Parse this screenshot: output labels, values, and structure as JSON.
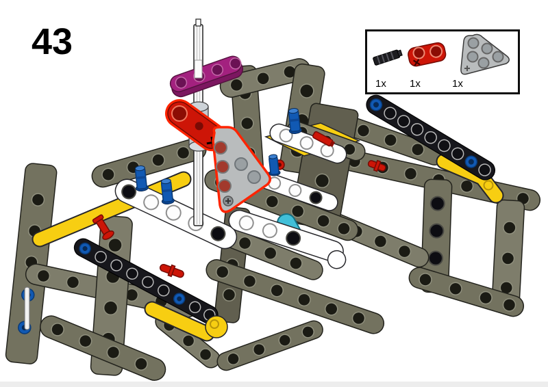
{
  "step": {
    "number": "43"
  },
  "parts_callout": {
    "border_color": "#0d0d0d",
    "items": [
      {
        "id": "axle-2l-black",
        "count": "1x",
        "color": "#1d1d20"
      },
      {
        "id": "cross-block-red",
        "count": "1x",
        "color": "#cd1507"
      },
      {
        "id": "triangle-liftarm-thin-gray",
        "count": "1x",
        "color": "#b9bcbd"
      }
    ]
  },
  "illustration": {
    "highlight_color": "#ff2400",
    "palette": {
      "dark_gray": "#73725f",
      "yellow": "#f7ce12",
      "black": "#17171c",
      "white": "#ffffff",
      "blue_pin": "#1159b3",
      "red": "#cd1507",
      "purple": "#a3217f",
      "cyan": "#41bfd8",
      "light_gray": "#b9bcbd"
    }
  },
  "footer": {
    "bar_color": "#ededed"
  }
}
